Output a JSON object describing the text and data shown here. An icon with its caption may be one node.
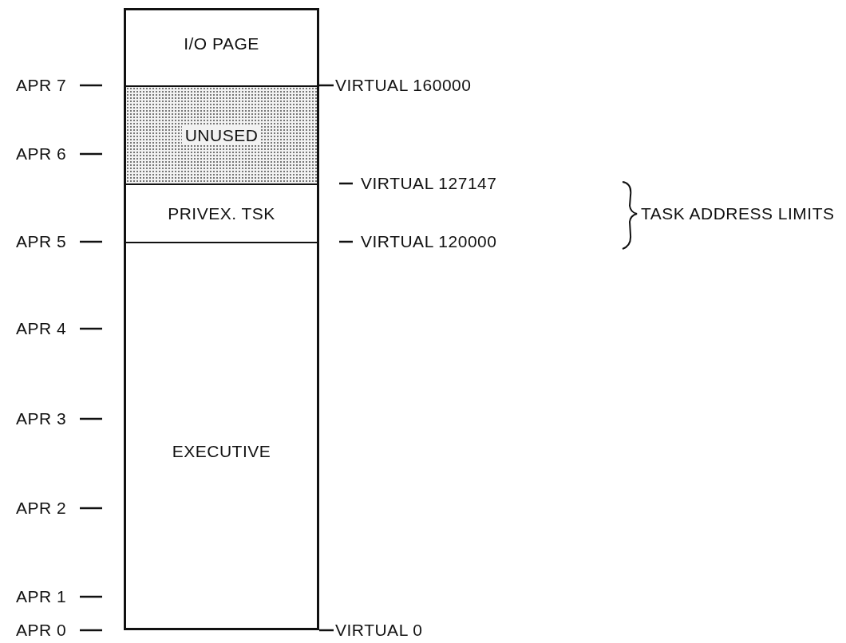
{
  "diagram": {
    "nodes": [
      {
        "text": [
          "I/O PAGE"
        ]
      },
      {
        "text": [
          "UNUSED"
        ]
      },
      {
        "text": [
          "PRIVEX. TSK"
        ]
      },
      {
        "text": [
          "EXECUTIVE"
        ]
      }
    ],
    "labels": [
      "APR 7",
      "VIRTUAL 160000",
      "APR 6",
      "VIRTUAL 127147",
      "TASK ADDRESS LIMITS",
      "APR 5",
      "VIRTUAL 120000",
      "APR 4",
      "APR 3",
      "APR 2",
      "APR 1",
      "APR 0",
      "VIRTUAL 0"
    ]
  }
}
